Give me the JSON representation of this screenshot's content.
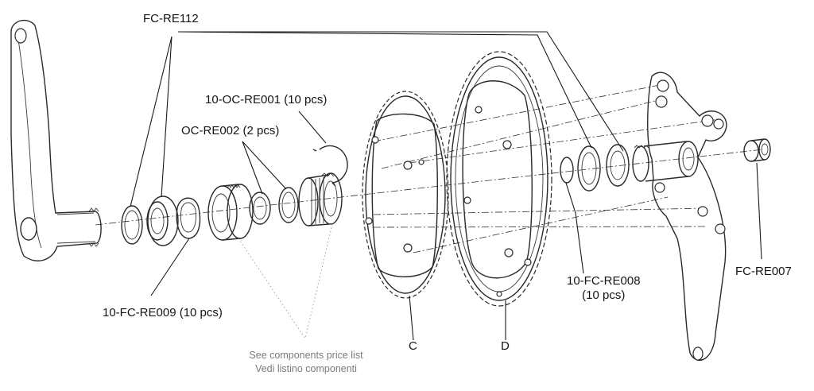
{
  "labels": {
    "fc_re112": "FC-RE112",
    "oc_re001": "10-OC-RE001 (10 pcs)",
    "oc_re002": "OC-RE002 (2 pcs)",
    "fc_re009": "10-FC-RE009 (10 pcs)",
    "fc_re008_line1": "10-FC-RE008",
    "fc_re008_line2": "(10 pcs)",
    "fc_re007": "FC-RE007",
    "chainring_c": "C",
    "chainring_d": "D"
  },
  "note": {
    "line1": "See components price list",
    "line2": "Vedi listino componenti"
  }
}
